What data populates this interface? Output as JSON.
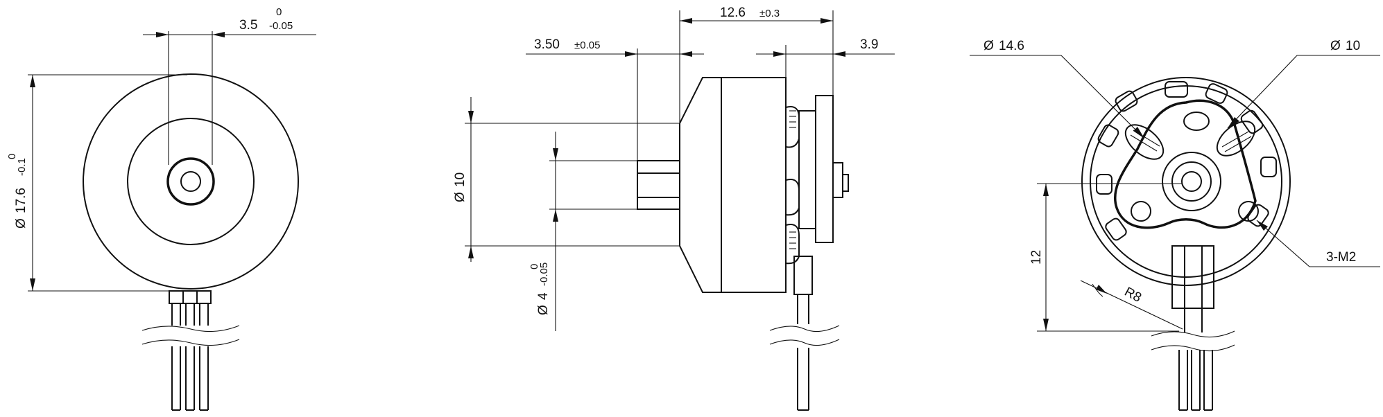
{
  "colors": {
    "line": "#111111",
    "paper": "#ffffff"
  },
  "front_view": {
    "dim_shaft_flat": {
      "value": "3.5",
      "tol_upper": "0",
      "tol_lower": "-0.05"
    },
    "dim_diameter": {
      "symbol": "Ø",
      "value": "17.6",
      "tol_upper": "0",
      "tol_lower": "-0.1"
    }
  },
  "side_view": {
    "dim_length": {
      "value": "12.6",
      "tol": "±0.3"
    },
    "dim_shaft_length": {
      "value": "3.50",
      "tol": "±0.05"
    },
    "dim_back": {
      "value": "3.9"
    },
    "dim_hub_diameter": {
      "symbol": "Ø",
      "value": "10"
    },
    "dim_shaft_diameter": {
      "symbol": "Ø",
      "value": "4",
      "tol_upper": "0",
      "tol_lower": "-0.05"
    }
  },
  "rear_view": {
    "dim_outer": {
      "symbol": "Ø",
      "value": "14.6"
    },
    "dim_inner": {
      "symbol": "Ø",
      "value": "10"
    },
    "dim_height": {
      "value": "12"
    },
    "dim_radius": {
      "value": "R8"
    },
    "dim_holes": {
      "value": "3-M2"
    }
  }
}
